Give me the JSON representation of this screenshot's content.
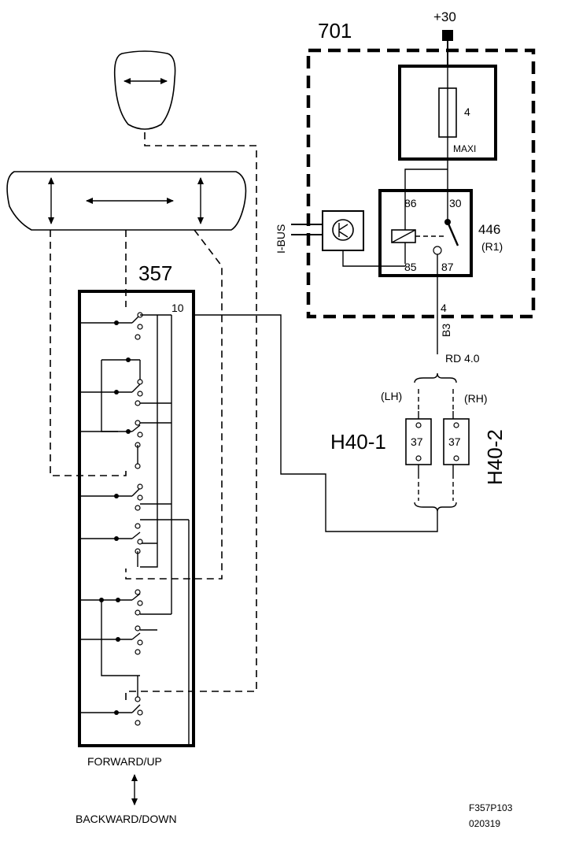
{
  "labels": {
    "supply": "+30",
    "unit_701": "701",
    "fuse_number": "4",
    "fuse_type": "MAXI",
    "ibus": "I-BUS",
    "relay_id": "446",
    "relay_ref": "(R1)",
    "pin_86": "86",
    "pin_30": "30",
    "pin_85": "85",
    "pin_87": "87",
    "wire_gauge": "4",
    "wire_code": "B3",
    "wire_spec": "RD 4.0",
    "lh": "(LH)",
    "rh": "(RH)",
    "heater_1": "H40-1",
    "heater_2": "H40-2",
    "heater_pin_1": "37",
    "heater_pin_2": "37",
    "switch_id": "357",
    "switch_pin": "10",
    "forward_up": "FORWARD/UP",
    "backward_down": "BACKWARD/DOWN",
    "figure_code": "F357P103",
    "figure_date": "020319"
  }
}
